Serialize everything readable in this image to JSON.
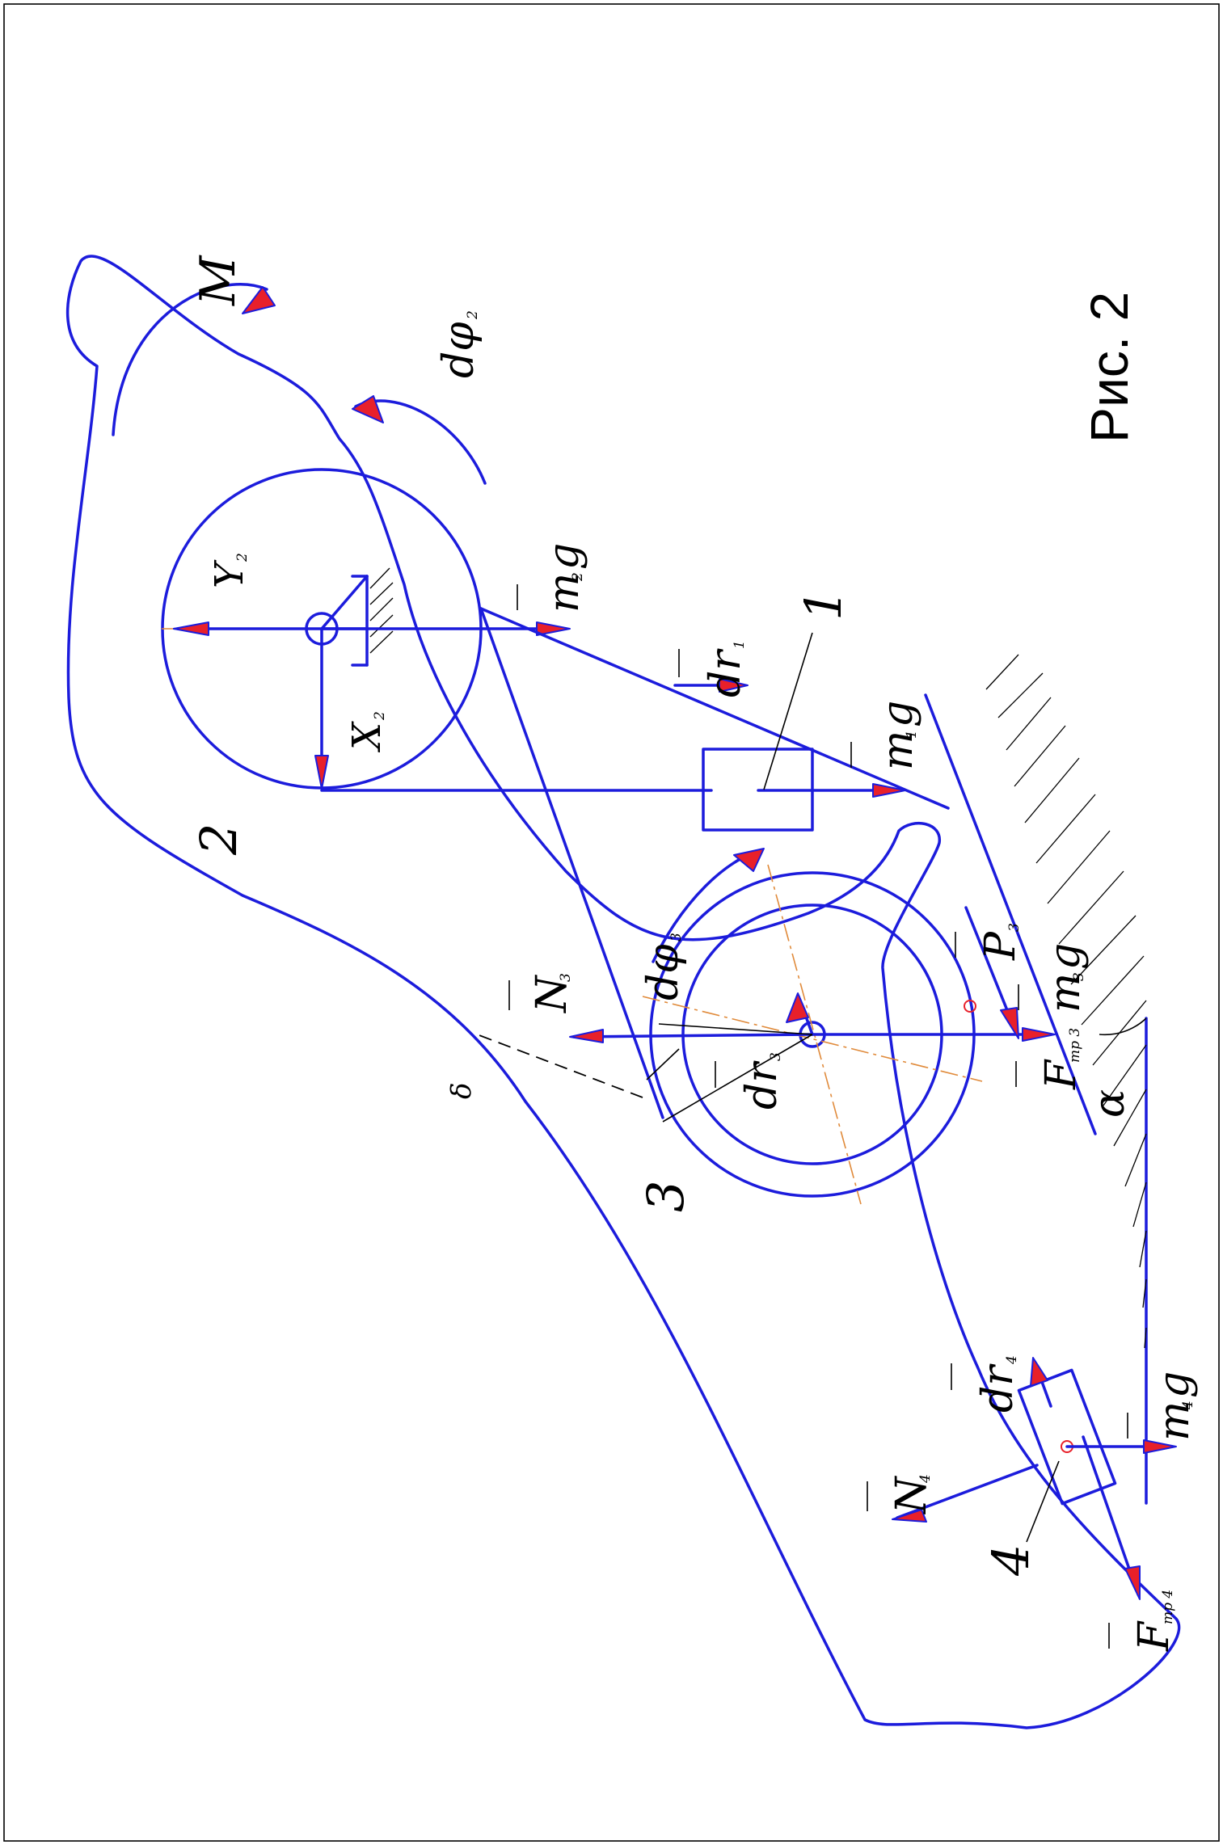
{
  "caption": "Рис. 2",
  "bodies": {
    "body1": "1",
    "body2": "2",
    "body3": "3",
    "body4": "4"
  },
  "labels": {
    "moment": "M",
    "dphi2": {
      "main": "dφ",
      "sub": "2"
    },
    "dphi3": {
      "main": "dφ",
      "sub": "3"
    },
    "Y2": {
      "main": "Y",
      "sub": "2"
    },
    "X2": {
      "main": "X",
      "sub": "2"
    },
    "m2g": {
      "main": "m",
      "sub": "2",
      "tail": "g"
    },
    "m1g": {
      "main": "m",
      "sub": "1",
      "tail": "g"
    },
    "m3g": {
      "main": "m",
      "sub": "3",
      "tail": "g"
    },
    "m4g": {
      "main": "m",
      "sub": "4",
      "tail": "g"
    },
    "dr1": {
      "main": "dr",
      "sub": "1"
    },
    "dr3": {
      "main": "dr",
      "sub": "3"
    },
    "dr4": {
      "main": "dr",
      "sub": "4"
    },
    "N3": {
      "main": "N",
      "sub": "3"
    },
    "N4": {
      "main": "N",
      "sub": "4"
    },
    "P3": {
      "main": "P",
      "sub": "3"
    },
    "Ftr3": {
      "main": "F",
      "sub": "тр 3"
    },
    "Ftr4": {
      "main": "F",
      "sub": "тр 4"
    },
    "delta": "δ",
    "alpha": "α"
  },
  "colors": {
    "lines": "#1c1cdc",
    "arrowheads": "#e8202a",
    "centerlines": "#e08a3a",
    "text": "#000000"
  }
}
